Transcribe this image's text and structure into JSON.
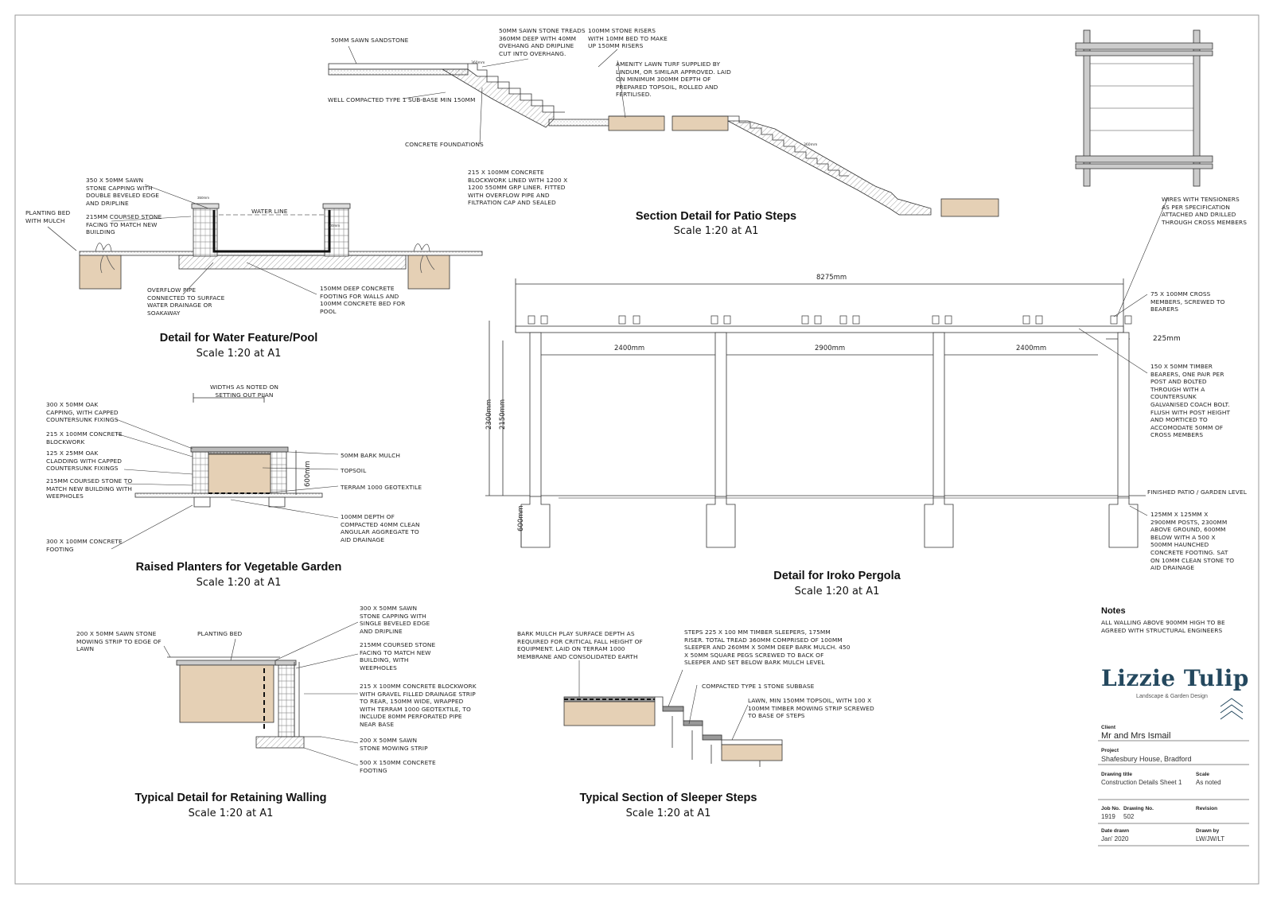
{
  "colors": {
    "soil": "#e5d0b5",
    "line": "#333333",
    "brand": "#24485e"
  },
  "patio": {
    "title": "Section Detail for Patio Steps",
    "scale": "Scale 1:20 at A1",
    "notes": {
      "sandstone": "50MM SAWN SANDSTONE",
      "treads": "50MM SAWN STONE TREADS 360MM DEEP WITH 40MM OVEHANG AND DRIPLINE CUT INTO OVERHANG.",
      "risers": "100MM STONE RISERS WITH 10MM BED TO MAKE UP 150MM RISERS",
      "turf": "AMENITY LAWN TURF SUPPLIED BY LINDUM, OR SIMILAR APPROVED. LAID ON MINIMUM 300MM DEPTH OF PREPARED TOPSOIL, ROLLED AND FERTILISED.",
      "subbase": "WELL COMPACTED TYPE 1 SUB-BASE MIN 150MM",
      "foundations": "CONCRETE FOUNDATIONS"
    }
  },
  "pool": {
    "title": "Detail for Water Feature/Pool",
    "scale": "Scale 1:20 at A1",
    "notes": {
      "capping": "350 X 50MM SAWN STONE CAPPING WITH DOUBLE BEVELED EDGE AND DRIPLINE",
      "facing": "215MM COURSED STONE FACING TO MATCH NEW BUILDING",
      "planting": "PLANTING BED WITH MULCH",
      "blockwork": "215 X 100MM CONCRETE BLOCKWORK LINED WITH 1200 X 1200 550MM GRP LINER. FITTED WITH OVERFLOW PIPE AND FILTRATION CAP AND SEALED",
      "overflow": "OVERFLOW PIPE CONNECTED TO SURFACE WATER DRAINAGE OR SOAKAWAY",
      "footing": "150MM DEEP CONCRETE FOOTING FOR WALLS AND 100MM CONCRETE BED FOR POOL",
      "waterline": "WATER LINE"
    }
  },
  "planter": {
    "title": "Raised Planters for Vegetable Garden",
    "scale": "Scale 1:20 at A1",
    "notes": {
      "widths": "WIDTHS AS NOTED ON SETTING OUT PLAN",
      "oak_capping": "300 X 50MM OAK CAPPING, WITH CAPPED COUNTERSUNK FIXINGS",
      "blockwork": "215 X 100MM CONCRETE BLOCKWORK",
      "cladding": "125 X 25MM OAK CLADDING WITH CAPPED COUNTERSUNK FIXINGS",
      "stone": "215MM COURSED STONE TO MATCH NEW BUILDING WITH WEEPHOLES",
      "footing": "300 X 100MM CONCRETE FOOTING",
      "bark": "50MM BARK MULCH",
      "topsoil": "TOPSOIL",
      "terram": "TERRAM 1000 GEOTEXTILE",
      "aggregate": "100MM DEPTH OF COMPACTED 40MM CLEAN ANGULAR AGGREGATE TO AID DRAINAGE",
      "height": "600mm"
    }
  },
  "pergola": {
    "title": "Detail for Iroko Pergola",
    "scale": "Scale 1:20 at A1",
    "notes": {
      "wires": "WIRES WITH TENSIONERS AS PER SPECIFICATION ATTACHED AND DRILLED THROUGH CROSS MEMBERS",
      "cross": "75 X 100MM CROSS MEMBERS, SCREWED TO BEARERS",
      "bearers": "150 X 50MM TIMBER BEARERS, ONE PAIR PER POST AND BOLTED THROUGH WITH A COUNTERSUNK GALVANISED COACH BOLT. FLUSH WITH POST HEIGHT AND MORTICED TO ACCOMODATE 50MM OF CROSS MEMBERS",
      "finished": "FINISHED PATIO / GARDEN LEVEL",
      "posts": "125MM X 125MM X 2900MM POSTS, 2300MM ABOVE GROUND, 600MM BELOW WITH A 500 X 500MM HAUNCHED CONCRETE FOOTING. SAT ON 10MM CLEAN STONE TO AID DRAINAGE"
    },
    "dims": {
      "overall": "8275mm",
      "bay1": "2400mm",
      "bay2": "2900mm",
      "bay3": "2400mm",
      "bearer": "225mm",
      "h1": "2300mm",
      "h2": "2150mm",
      "below": "600mm"
    }
  },
  "retaining": {
    "title": "Typical Detail for Retaining Walling",
    "scale": "Scale 1:20 at A1",
    "notes": {
      "mowing": "200 X 50MM SAWN STONE MOWING STRIP TO EDGE OF LAWN",
      "planting": "PLANTING BED",
      "capping": "300 X 50MM SAWN STONE CAPPING WITH SINGLE BEVELED EDGE AND DRIPLINE",
      "facing": "215MM COURSED STONE FACING TO MATCH NEW BUILDING, WITH WEEPHOLES",
      "blockwork": "215 X 100MM CONCRETE BLOCKWORK WITH GRAVEL FILLED DRAINAGE STRIP TO REAR, 150MM WIDE, WRAPPED WITH TERRAM 1000 GEOTEXTILE, TO INCLUDE 80MM PERFORATED PIPE NEAR BASE",
      "mowing2": "200 X 50MM SAWN STONE MOWING STRIP",
      "footing": "500 X 150MM CONCRETE FOOTING"
    }
  },
  "sleeper": {
    "title": "Typical Section of Sleeper Steps",
    "scale": "Scale 1:20 at A1",
    "notes": {
      "bark": "BARK MULCH PLAY SURFACE DEPTH AS REQUIRED FOR CRITICAL FALL HEIGHT OF EQUIPMENT. LAID ON TERRAM 1000 MEMBRANE AND CONSOLIDATED EARTH",
      "steps": "STEPS 225 X 100 MM TIMBER SLEEPERS, 175MM RISER. TOTAL TREAD 360MM COMPRISED OF 100MM SLEEPER AND 260MM X 50MM DEEP BARK MULCH. 450 X 50MM SQUARE PEGS SCREWED TO BACK OF SLEEPER AND SET BELOW BARK MULCH LEVEL",
      "subbase": "COMPACTED TYPE 1 STONE SUBBASE",
      "lawn": "LAWN, MIN 150MM TOPSOIL, WITH 100 X 100MM TIMBER MOWING STRIP SCREWED TO BASE OF STEPS"
    }
  },
  "general_notes": {
    "heading": "Notes",
    "text": "ALL WALLING ABOVE 900MM HIGH TO BE AGREED WITH STRUCTURAL ENGINEERS"
  },
  "title_block": {
    "logo": "Lizzie Tulip",
    "tagline": "Landscape & Garden Design",
    "client_label": "Client",
    "client": "Mr and Mrs Ismail",
    "project_label": "Project",
    "project": "Shafesbury House, Bradford",
    "drawing_title_label": "Drawing title",
    "drawing_title": "Construction Details Sheet 1",
    "scale_label": "Scale",
    "scale": "As noted",
    "job_label": "Job No.",
    "job": "1919",
    "drawing_no_label": "Drawing No.",
    "drawing_no": "502",
    "revision_label": "Revision",
    "date_label": "Date drawn",
    "date": "Jan' 2020",
    "drawn_label": "Drawn by",
    "drawn": "LW/JW/LT"
  }
}
